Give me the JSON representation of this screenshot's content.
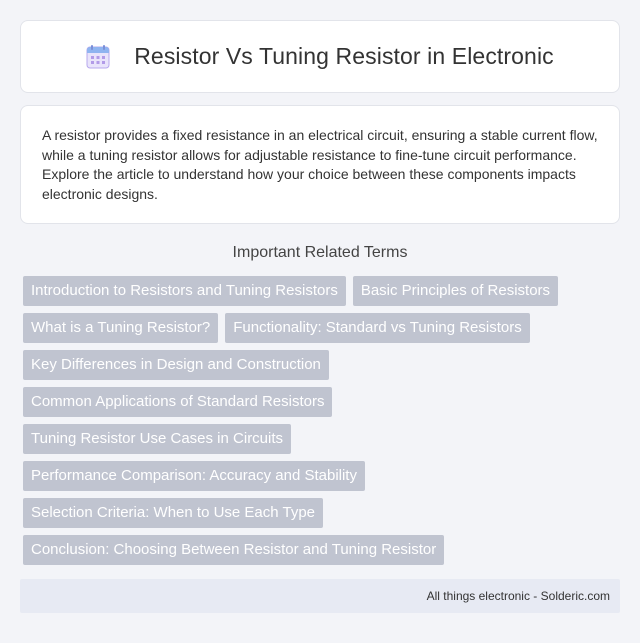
{
  "header": {
    "title": "Resistor Vs Tuning Resistor in Electronic",
    "icon": "calendar-icon"
  },
  "description": "A resistor provides a fixed resistance in an electrical circuit, ensuring a stable current flow, while a tuning resistor allows for adjustable resistance to fine-tune circuit performance. Explore the article to understand how your choice between these components impacts electronic designs.",
  "related": {
    "heading": "Important Related Terms",
    "terms": [
      "Introduction to Resistors and Tuning Resistors",
      "Basic Principles of Resistors",
      "What is a Tuning Resistor?",
      "Functionality: Standard vs Tuning Resistors",
      "Key Differences in Design and Construction",
      "Common Applications of Standard Resistors",
      "Tuning Resistor Use Cases in Circuits",
      "Performance Comparison: Accuracy and Stability",
      "Selection Criteria: When to Use Each Type",
      "Conclusion: Choosing Between Resistor and Tuning Resistor"
    ]
  },
  "footer": {
    "text": "All things electronic - Solderic.com"
  },
  "colors": {
    "background": "#f3f4f8",
    "tag_background": "#c0c4d0",
    "tag_text": "#ffffff",
    "footer_background": "#e7eaf3"
  }
}
